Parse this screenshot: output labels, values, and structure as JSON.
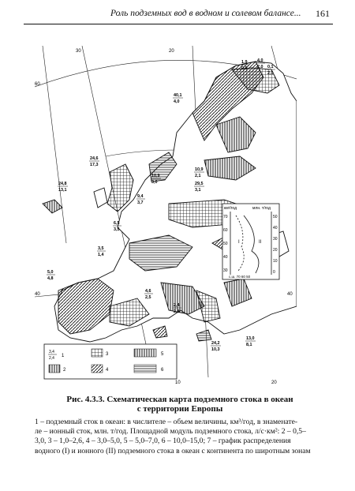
{
  "header": {
    "running_title": "Роль подземных вод в водном и солевом балансе...",
    "page_number": "161"
  },
  "map": {
    "graticule_labels": {
      "lon_top_left": "30",
      "lon_top_mid": "20",
      "lat_left_top": "60",
      "lat_left_bottom": "40",
      "lat_right_bottom": "40",
      "lon_bottom": "10",
      "lon_bottom_right": "20"
    },
    "markers": [
      {
        "top": "1,9",
        "bottom": "0,5"
      },
      {
        "top": "4,0",
        "bottom": "2,0"
      },
      {
        "top": "0,1",
        "bottom": "2,0"
      },
      {
        "top": "40,1",
        "bottom": "4,0"
      },
      {
        "top": "24,6",
        "bottom": "17,3"
      },
      {
        "top": "24,8",
        "bottom": "13,1"
      },
      {
        "top": "10,9",
        "bottom": "3,0"
      },
      {
        "top": "10,9",
        "bottom": "2,1"
      },
      {
        "top": "29,5",
        "bottom": "3,1"
      },
      {
        "top": "9,4",
        "bottom": "3,7"
      },
      {
        "top": "6,5",
        "bottom": "3,5"
      },
      {
        "top": "3,5",
        "bottom": "1,4"
      },
      {
        "top": "5,0",
        "bottom": "4,8"
      },
      {
        "top": "4,6",
        "bottom": "2,5"
      },
      {
        "top": "2,4",
        "bottom": "2,8"
      },
      {
        "top": "24,2",
        "bottom": "10,3"
      },
      {
        "top": "13,0",
        "bottom": "8,1"
      }
    ],
    "inset": {
      "left_axis_title": "км³/год",
      "right_axis_title": "млн. т/год",
      "right_ticks": [
        "50",
        "40",
        "30",
        "20",
        "10",
        "0"
      ],
      "left_ticks": [
        "70",
        "60",
        "50",
        "40",
        "30"
      ],
      "roman_1": "I",
      "roman_2": "II",
      "bottom_label": "с.ш. 70 60 50"
    },
    "legend": [
      {
        "num": "1",
        "sample_top": "3,4",
        "sample_bottom": "2,4"
      },
      {
        "num": "2"
      },
      {
        "num": "3"
      },
      {
        "num": "4"
      },
      {
        "num": "5"
      },
      {
        "num": "6"
      }
    ]
  },
  "caption": {
    "title": "Рис. 4.3.3. Схематическая карта подземного стока в океан",
    "subtitle": "с территории Европы",
    "body_lines": [
      "1 – подземный сток в океан: в числителе – объем величины, км³/год, в знаменате-",
      "ле – ионный сток, млн. т/год. Площадной модуль подземного стока, л/с·км²: 2 – 0,5–",
      "3,0, 3 – 1,0–2,6, 4 – 3,0–5,0, 5 – 5,0–7,0, 6 – 10,0–15,0; 7 – график распределения",
      "водного (I) и ионного (II) подземного стока в океан с континента по широтным зонам"
    ]
  }
}
